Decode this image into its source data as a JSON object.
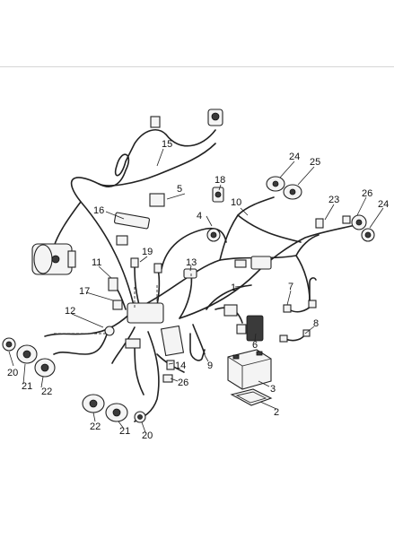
{
  "callouts": [
    {
      "id": "c1",
      "text": "1"
    },
    {
      "id": "c2",
      "text": "2"
    },
    {
      "id": "c3",
      "text": "3"
    },
    {
      "id": "c4",
      "text": "4"
    },
    {
      "id": "c5",
      "text": "5"
    },
    {
      "id": "c6",
      "text": "6"
    },
    {
      "id": "c7",
      "text": "7"
    },
    {
      "id": "c8",
      "text": "8"
    },
    {
      "id": "c9",
      "text": "9"
    },
    {
      "id": "c10",
      "text": "10"
    },
    {
      "id": "c11",
      "text": "11"
    },
    {
      "id": "c12",
      "text": "12"
    },
    {
      "id": "c13",
      "text": "13"
    },
    {
      "id": "c14",
      "text": "14"
    },
    {
      "id": "c15",
      "text": "15"
    },
    {
      "id": "c16",
      "text": "16"
    },
    {
      "id": "c17",
      "text": "17"
    },
    {
      "id": "c18",
      "text": "18"
    },
    {
      "id": "c19",
      "text": "19"
    },
    {
      "id": "c20a",
      "text": "20"
    },
    {
      "id": "c20b",
      "text": "20"
    },
    {
      "id": "c21a",
      "text": "21"
    },
    {
      "id": "c21b",
      "text": "21"
    },
    {
      "id": "c22a",
      "text": "22"
    },
    {
      "id": "c22b",
      "text": "22"
    },
    {
      "id": "c23",
      "text": "23"
    },
    {
      "id": "c24a",
      "text": "24"
    },
    {
      "id": "c24b",
      "text": "24"
    },
    {
      "id": "c25",
      "text": "25"
    },
    {
      "id": "c26a",
      "text": "26"
    },
    {
      "id": "c26b",
      "text": "26"
    }
  ]
}
